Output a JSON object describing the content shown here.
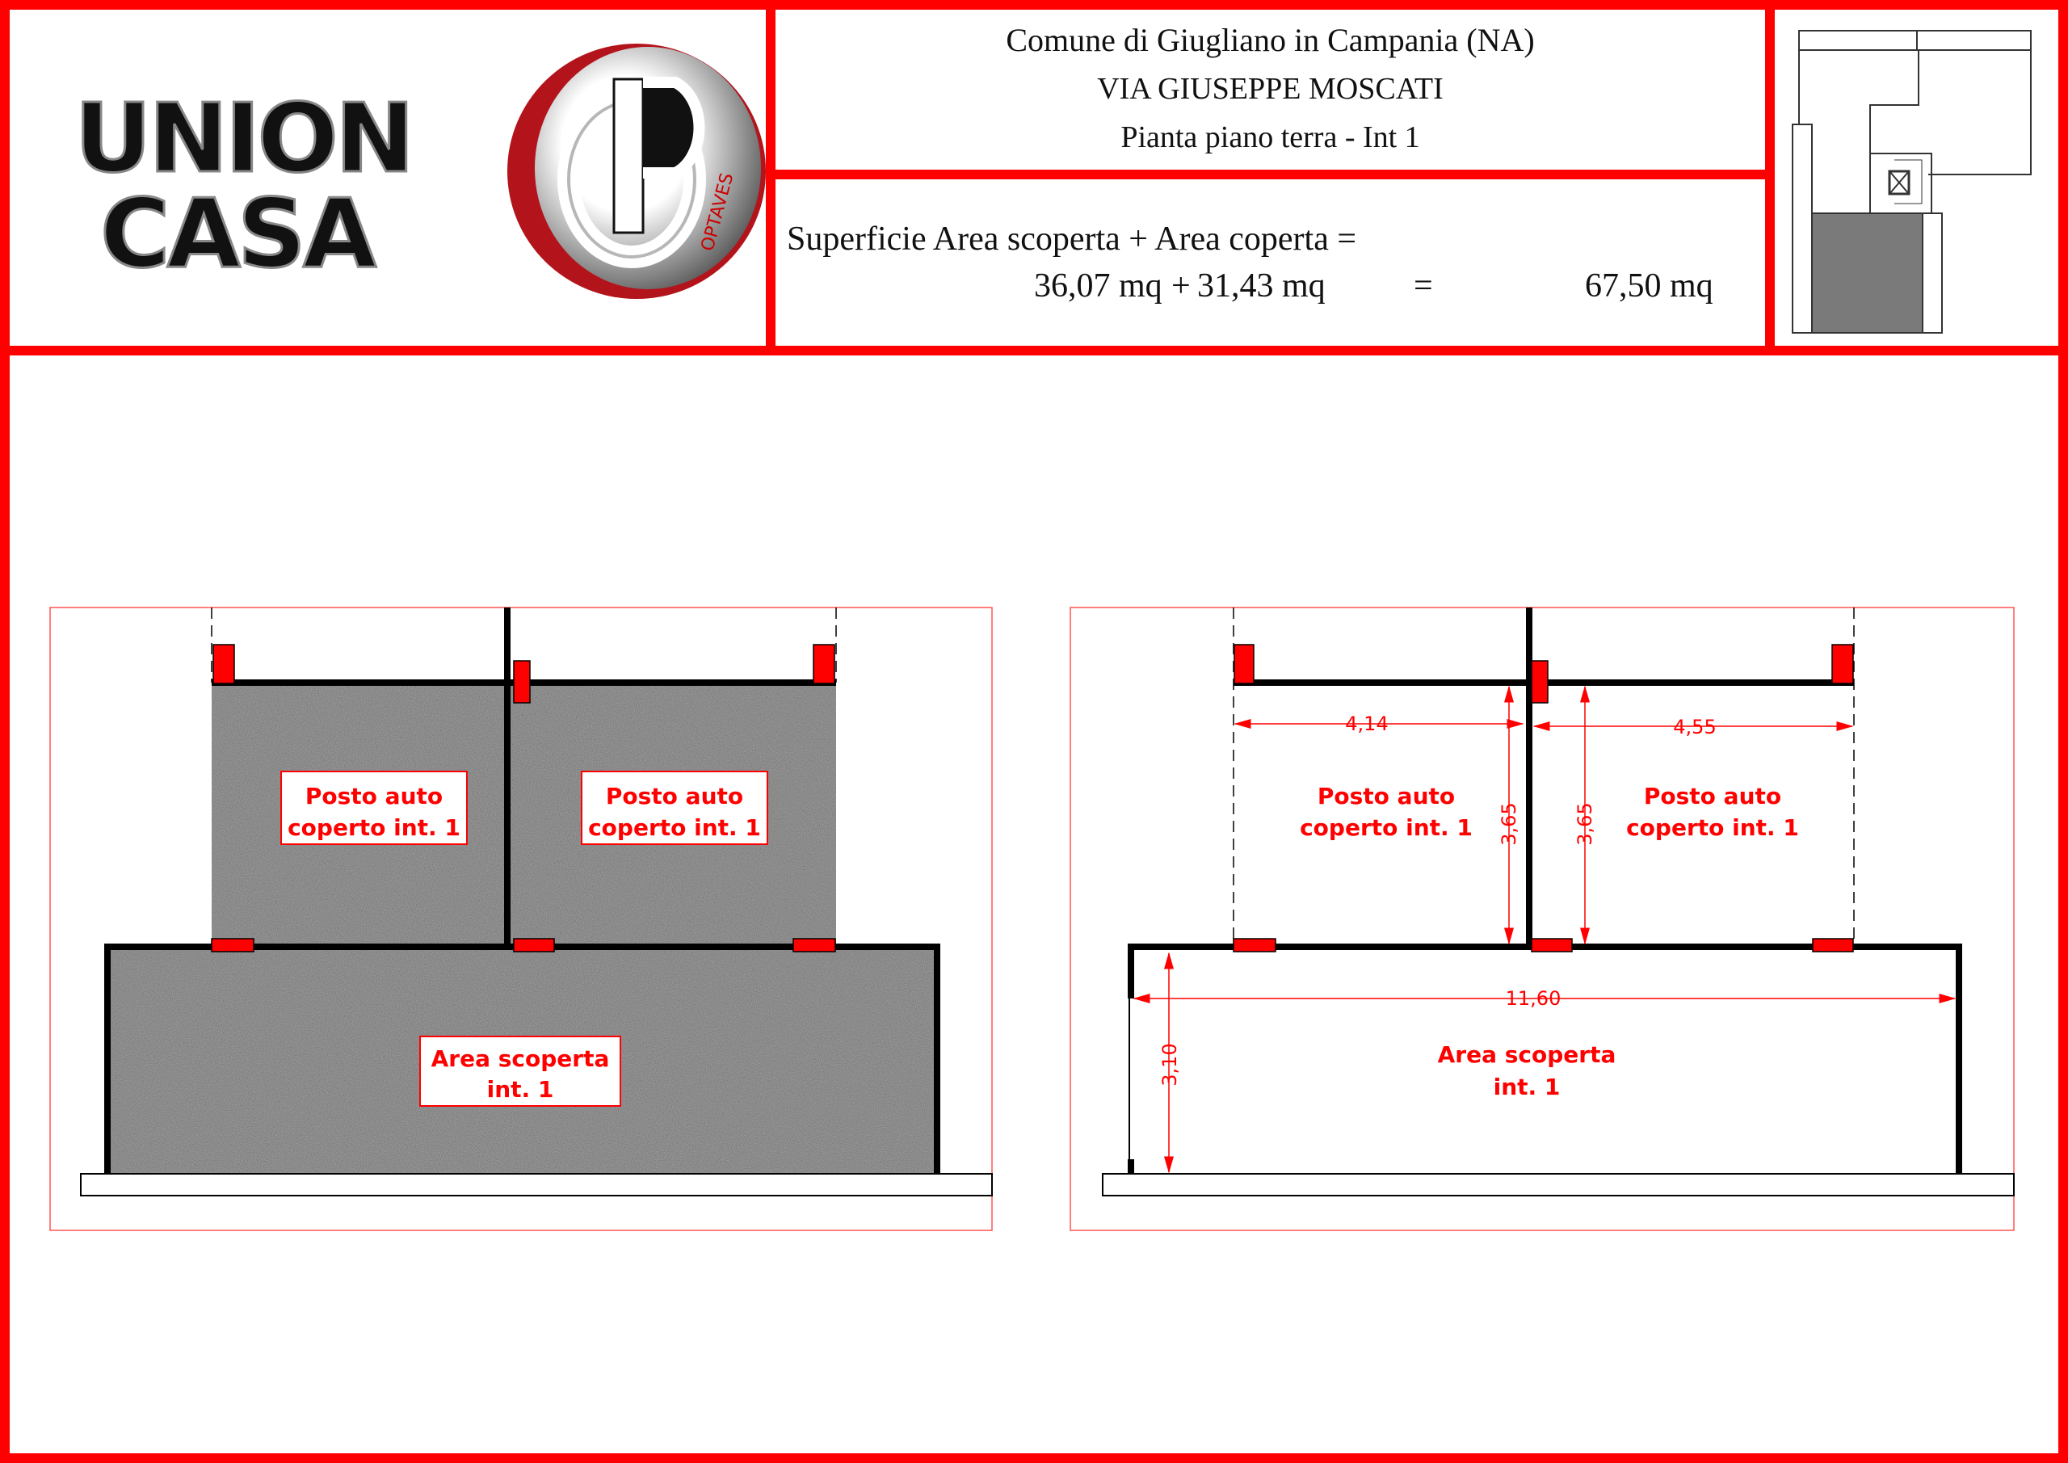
{
  "header": {
    "logos": {
      "union_casa": "UNION CASA",
      "optaves": "OPTAVES"
    },
    "title_lines": [
      "Comune di Giugliano in Campania (NA)",
      "VIA GIUSEPPE MOSCATI",
      "Pianta piano terra - Int 1"
    ],
    "surface": {
      "label": "Superficie Area scoperta + Area coperta =",
      "area_scoperta": "36,07 mq",
      "plus": "+",
      "area_coperta": "31,43 mq",
      "equals": "=",
      "total": "67,50 mq"
    }
  },
  "plans": {
    "left": {
      "rooms": [
        {
          "line1": "Posto auto",
          "line2": "coperto int. 1"
        },
        {
          "line1": "Posto auto",
          "line2": "coperto int. 1"
        },
        {
          "line1": "Area scoperta",
          "line2": "int. 1"
        }
      ]
    },
    "right": {
      "rooms": [
        {
          "line1": "Posto auto",
          "line2": "coperto int. 1"
        },
        {
          "line1": "Posto auto",
          "line2": "coperto int. 1"
        },
        {
          "line1": "Area scoperta",
          "line2": "int. 1"
        }
      ],
      "dimensions": {
        "width_left": "4,14",
        "width_right": "4,55",
        "depth_left": "3,65",
        "depth_right": "3,65",
        "total_width": "11,60",
        "area_depth": "3,10"
      }
    }
  },
  "colors": {
    "frame": "#ff0000",
    "pier": "#ff0000",
    "wall": "#000000",
    "dimension": "#ff0000",
    "highlight": "#7a7a7a"
  }
}
